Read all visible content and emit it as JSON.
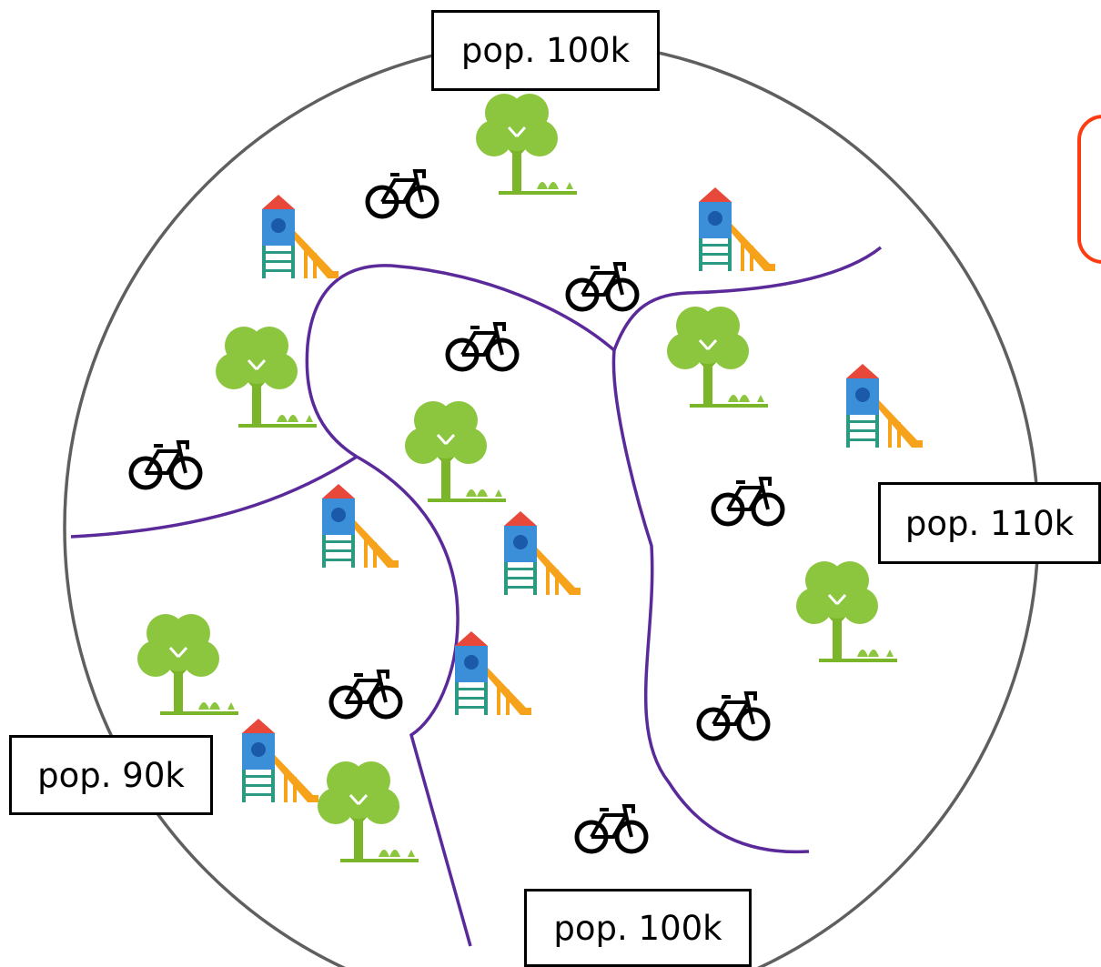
{
  "labels": {
    "north": "pop. 100k",
    "east": "pop. 110k",
    "west": "pop. 90k",
    "south": "pop. 100k"
  },
  "colors": {
    "city_outline": "#5f5f5f",
    "district_border": "#5b2a9a",
    "callout_outline": "#ff3b12",
    "tree_canopy": "#8cc63f",
    "tree_trunk": "#7bb62a",
    "slide_tower": "#3a8fd8",
    "slide_roof": "#e8483a",
    "slide_ladder": "#2a9a82",
    "slide_chute": "#f7a21b",
    "bicycle": "#000000"
  },
  "icons": {
    "park": "tree-icon",
    "playground": "playground-slide-icon",
    "cycling": "bicycle-icon"
  }
}
